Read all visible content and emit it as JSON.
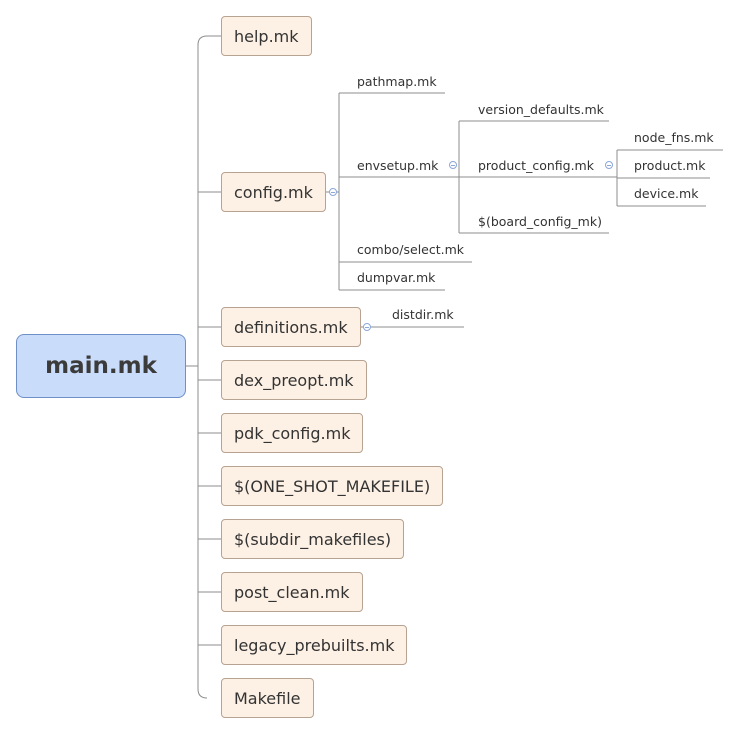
{
  "root": {
    "label": "main.mk"
  },
  "children": [
    {
      "label": "help.mk"
    },
    {
      "label": "config.mk",
      "children": [
        {
          "label": "pathmap.mk"
        },
        {
          "label": "envsetup.mk",
          "children": [
            {
              "label": "version_defaults.mk"
            },
            {
              "label": "product_config.mk",
              "children": [
                {
                  "label": "node_fns.mk"
                },
                {
                  "label": "product.mk"
                },
                {
                  "label": "device.mk"
                }
              ]
            },
            {
              "label": "$(board_config_mk)"
            }
          ]
        },
        {
          "label": "combo/select.mk"
        },
        {
          "label": "dumpvar.mk"
        }
      ]
    },
    {
      "label": "definitions.mk",
      "children": [
        {
          "label": "distdir.mk"
        }
      ]
    },
    {
      "label": "dex_preopt.mk"
    },
    {
      "label": "pdk_config.mk"
    },
    {
      "label": "$(ONE_SHOT_MAKEFILE)"
    },
    {
      "label": "$(subdir_makefiles)"
    },
    {
      "label": "post_clean.mk"
    },
    {
      "label": "legacy_prebuilts.mk"
    },
    {
      "label": "Makefile"
    }
  ],
  "colors": {
    "root_fill": "#c9dcfa",
    "node_fill": "#fdf0e4",
    "line": "#8c8c8c",
    "toggle": "#8ba8d8"
  }
}
